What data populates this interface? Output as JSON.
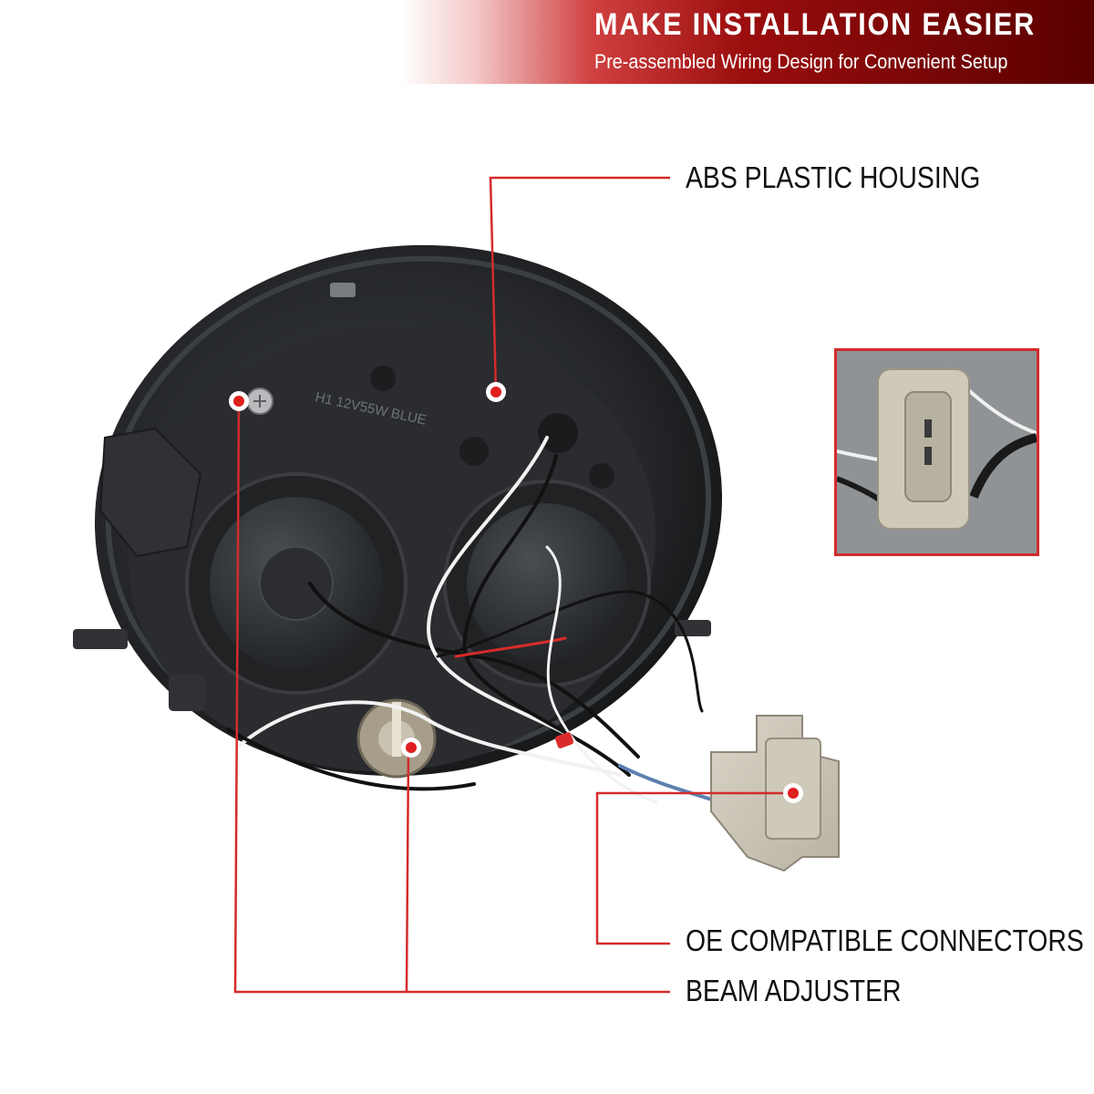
{
  "banner": {
    "title": "MAKE INSTALLATION EASIER",
    "subtitle": "Pre-assembled Wiring Design for Convenient Setup"
  },
  "labels": {
    "housing": "ABS PLASTIC HOUSING",
    "connectors": "OE COMPATIBLE CONNECTORS",
    "beam": "BEAM ADJUSTER"
  },
  "product": {
    "housing_stamp": "H1 12V55W BLUE"
  },
  "colors": {
    "accent": "#d42b2b",
    "banner_dark": "#5a0000",
    "housing": "#2b2d30"
  }
}
